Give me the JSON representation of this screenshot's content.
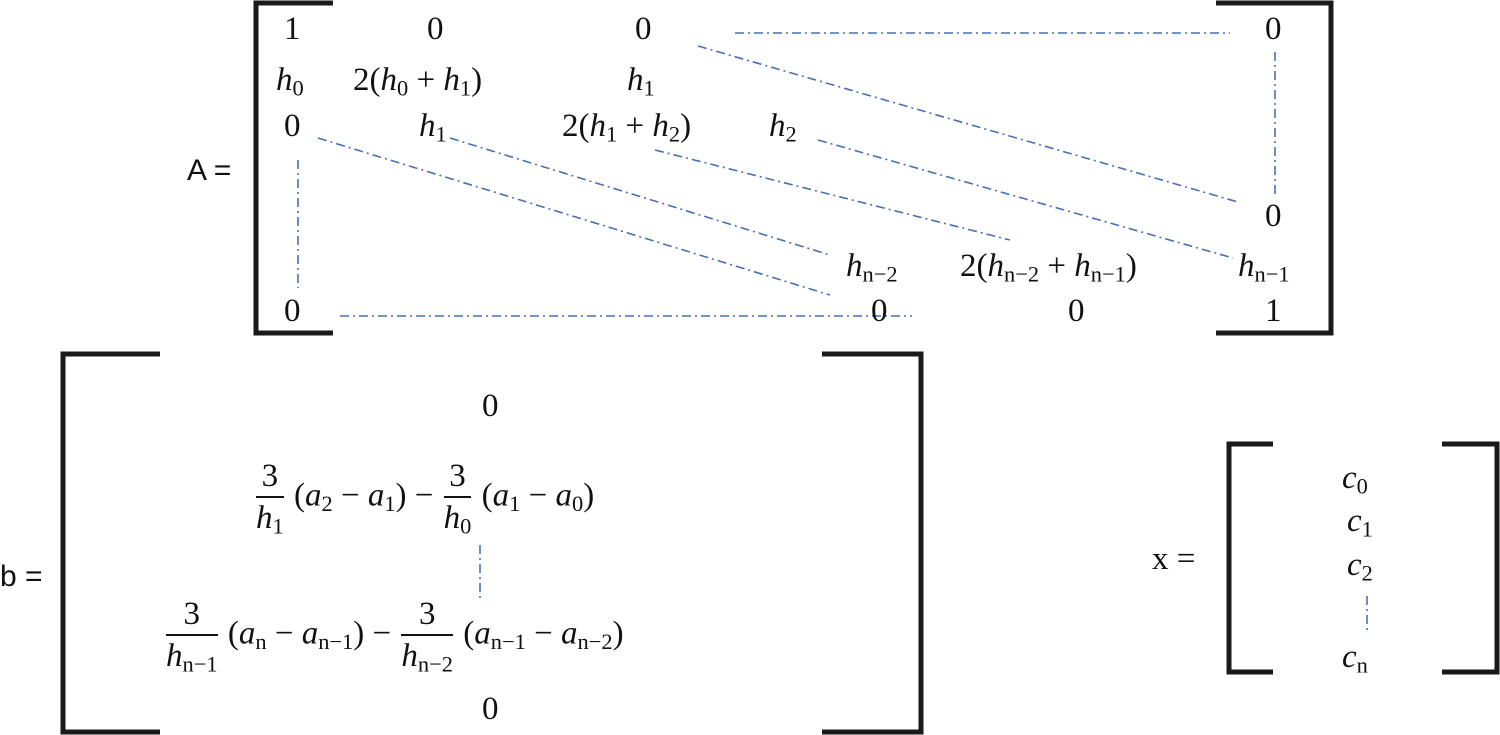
{
  "labels": {
    "A": "A =",
    "b": "b =",
    "x": "x ="
  },
  "A": {
    "r1": {
      "c1": "1",
      "c2": "0",
      "c3": "0",
      "c6": "0"
    },
    "r2": {
      "c1_var": "h",
      "c1_sub": "0",
      "c2_pre": "2(",
      "c2_v1": "h",
      "c2_s1": "0",
      "c2_op": " + ",
      "c2_v2": "h",
      "c2_s2": "1",
      "c2_post": ")",
      "c3_var": "h",
      "c3_sub": "1"
    },
    "r3": {
      "c1": "0",
      "c2_var": "h",
      "c2_sub": "1",
      "c3_pre": "2(",
      "c3_v1": "h",
      "c3_s1": "1",
      "c3_op": " + ",
      "c3_v2": "h",
      "c3_s2": "2",
      "c3_post": ")",
      "c4_var": "h",
      "c4_sub": "2"
    },
    "r4": {
      "c6": "0"
    },
    "r5": {
      "c4_var": "h",
      "c4_sub": "n−2",
      "c5_pre": "2(",
      "c5_v1": "h",
      "c5_s1": "n−2",
      "c5_op": " + ",
      "c5_v2": "h",
      "c5_s2": "n−1",
      "c5_post": ")",
      "c6_var": "h",
      "c6_sub": "n−1"
    },
    "r6": {
      "c1": "0",
      "c4": "0",
      "c5": "0",
      "c6": "1"
    }
  },
  "b": {
    "r1": "0",
    "r2": {
      "f1_num": "3",
      "f1_den_var": "h",
      "f1_den_sub": "1",
      "t1_open": "(",
      "t1_v1": "a",
      "t1_s1": "2",
      "t1_op": " −  ",
      "t1_v2": "a",
      "t1_s2": "1",
      "t1_close": ")",
      "mid_op": " − ",
      "f2_num": "3",
      "f2_den_var": "h",
      "f2_den_sub": "0",
      "t2_open": "(",
      "t2_v1": "a",
      "t2_s1": "1",
      "t2_op": " −  ",
      "t2_v2": "a",
      "t2_s2": "0",
      "t2_close": ")"
    },
    "r3": {
      "f1_num": "3",
      "f1_den_var": "h",
      "f1_den_sub": "n−1",
      "t1_open": "(",
      "t1_v1": "a",
      "t1_s1": "n",
      "t1_op": " −  ",
      "t1_v2": "a",
      "t1_s2": "n−1",
      "t1_close": ")",
      "mid_op": " − ",
      "f2_num": "3",
      "f2_den_var": "h",
      "f2_den_sub": "n−2",
      "t2_open": "(",
      "t2_v1": "a",
      "t2_s1": "n−1",
      "t2_op": " −  ",
      "t2_v2": "a",
      "t2_s2": "n−2",
      "t2_close": ")"
    },
    "r4": "0"
  },
  "x": [
    {
      "var": "c",
      "sub": "0"
    },
    {
      "var": "c",
      "sub": "1"
    },
    {
      "var": "c",
      "sub": "2"
    },
    {
      "var": "c",
      "sub": "n"
    }
  ],
  "colors": {
    "bracket": "#1a1a1a",
    "dashed": "#4a6fb5",
    "text": "#111111"
  }
}
